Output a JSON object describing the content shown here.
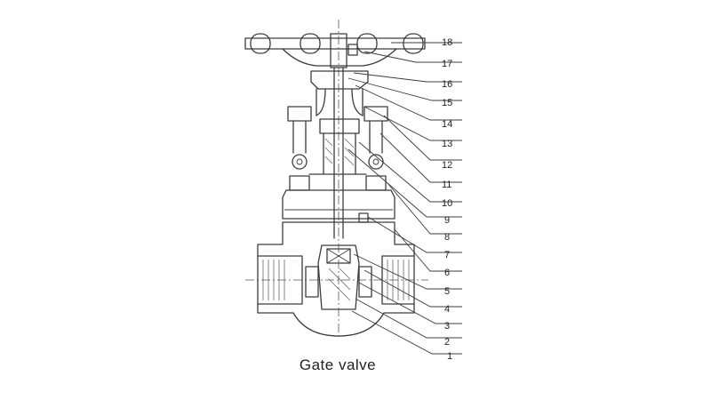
{
  "caption": "Gate valve",
  "part_labels": [
    "1",
    "2",
    "3",
    "4",
    "5",
    "6",
    "7",
    "8",
    "9",
    "10",
    "11",
    "12",
    "13",
    "14",
    "15",
    "16",
    "17",
    "18"
  ],
  "colors": {
    "line": "#3c3c3c",
    "background": "#ffffff",
    "text": "#222222"
  }
}
